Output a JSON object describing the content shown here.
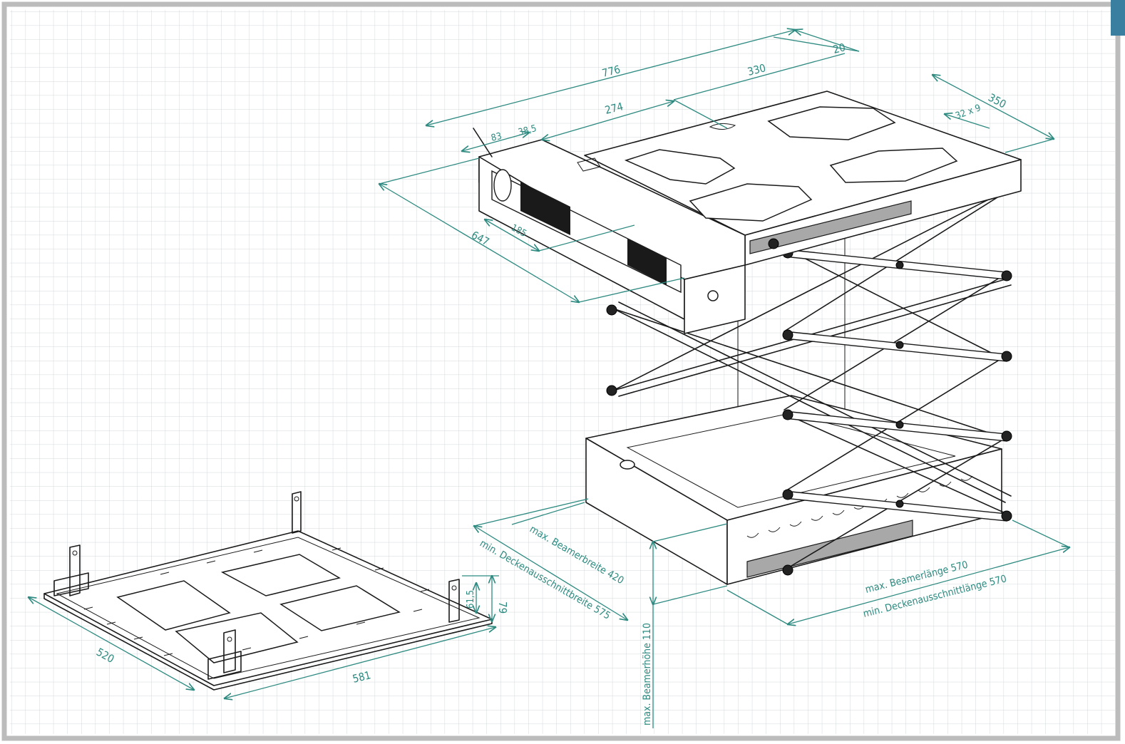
{
  "colors": {
    "grid_minor": "#d3d7d9",
    "frame": "#bcbcbc",
    "dimension": "#2d8a80",
    "drawing": "#1a1a1a",
    "accent_tab": "#3a7ea0"
  },
  "dimensions": {
    "top_length": "776",
    "top_330": "330",
    "top_20": "20",
    "top_274": "274",
    "top_350": "350",
    "slot": "32 x 9",
    "left_83": "83",
    "left_38_5": "38,5",
    "depth_647": "647",
    "inner_185": "185",
    "max_beamer_width": "max. Beamerbreite 420",
    "min_cutout_width": "min. Deckenausschnittbreite 575",
    "max_beamer_length": "max. Beamerlänge 570",
    "min_cutout_length": "min. Deckenausschnittlänge 570",
    "max_beamer_height": "max. Beamerhöhe 110",
    "plate_520": "520",
    "plate_581": "581",
    "plate_61_5": "61,5",
    "plate_79": "79"
  }
}
